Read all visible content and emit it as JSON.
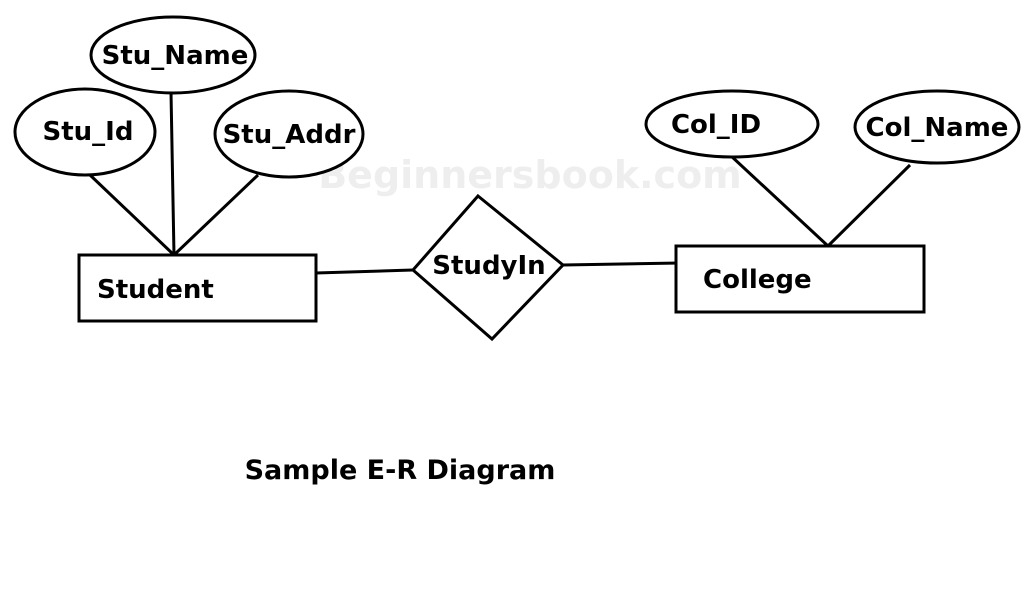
{
  "watermark": "Beginnersbook.com",
  "caption": "Sample E-R Diagram",
  "entities": {
    "student": "Student",
    "college": "College"
  },
  "relationship": {
    "study_in": "StudyIn"
  },
  "attributes": {
    "stu_name": "Stu_Name",
    "stu_id": "Stu_Id",
    "stu_addr": "Stu_Addr",
    "col_id": "Col_ID",
    "col_name": "Col_Name"
  }
}
